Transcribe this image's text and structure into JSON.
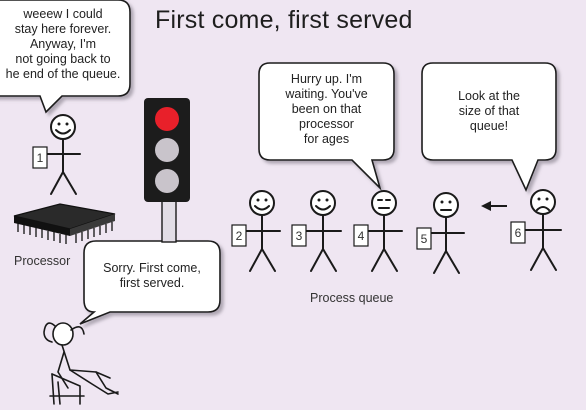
{
  "title": "First come, first served",
  "bubbles": {
    "processor_user": [
      "weeew   I could",
      "stay here forever.",
      "Anyway, I'm",
      "not going back to",
      "he end of the queue."
    ],
    "second_in_queue": [
      "Hurry up. I'm",
      "waiting. You've",
      "been on that",
      "processor",
      "for ages"
    ],
    "last_in_queue": [
      "Look at the",
      "size of that",
      "queue!"
    ],
    "scheduler": [
      "Sorry. First come,",
      "first served."
    ]
  },
  "labels": {
    "processor": "Processor",
    "process_queue": "Process queue"
  },
  "process_numbers": [
    "1",
    "2",
    "3",
    "4",
    "5",
    "6"
  ],
  "traffic_light": {
    "red": "#e8202a",
    "off": "#c9c4cb",
    "body": "#1c1c1c"
  },
  "colors": {
    "background": "#efe6f2",
    "line": "#1a1a1a",
    "bubble_fill": "#ffffff"
  }
}
